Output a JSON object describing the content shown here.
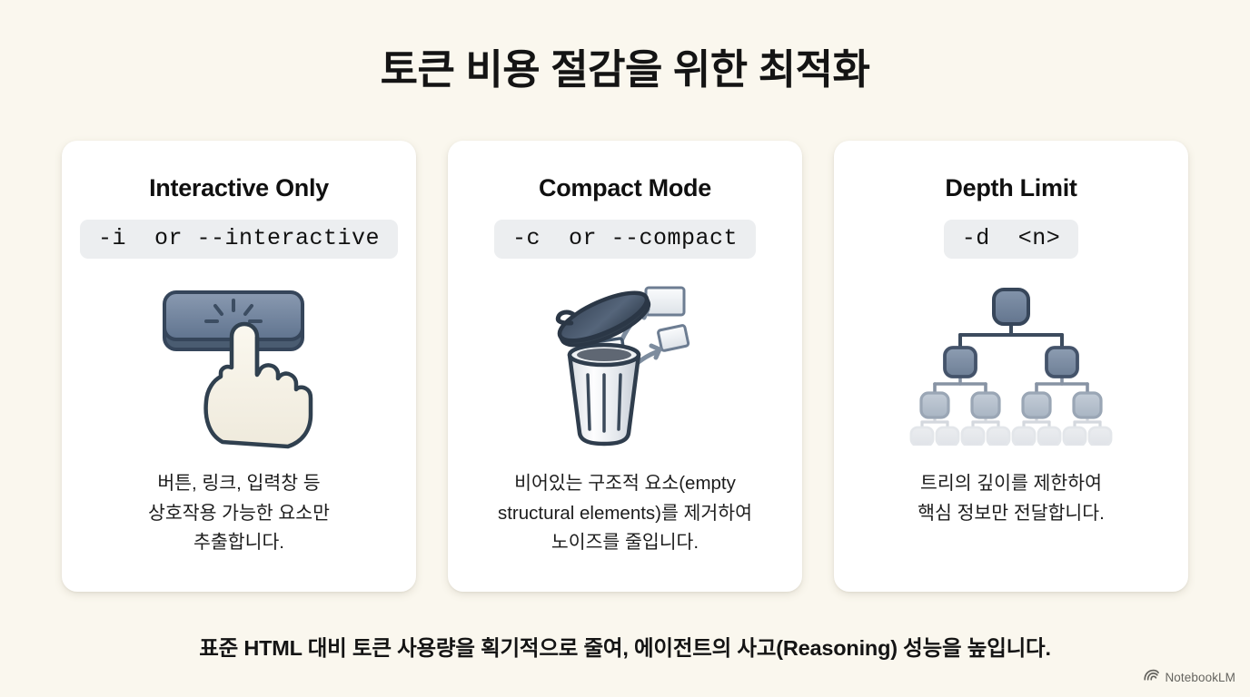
{
  "title": "토큰 비용 절감을 위한 최적화",
  "background_color": "#faf7ee",
  "card_color": "#ffffff",
  "accent_color": "#6b7f9a",
  "chip_color": "#eceef0",
  "cards": [
    {
      "title": "Interactive Only",
      "code": "-i  or --interactive",
      "icon": "click-button-icon",
      "description": "버튼, 링크, 입력창 등\n상호작용 가능한 요소만\n추출합니다."
    },
    {
      "title": "Compact Mode",
      "code": "-c  or --compact",
      "icon": "trash-can-icon",
      "description": "비어있는 구조적 요소(empty\nstructural elements)를 제거하여\n노이즈를 줄입니다."
    },
    {
      "title": "Depth Limit",
      "code": "-d  <n>",
      "icon": "tree-depth-icon",
      "description": "트리의 깊이를 제한하여\n핵심 정보만 전달합니다."
    }
  ],
  "footer": "표준 HTML 대비 토큰 사용량을 획기적으로 줄여, 에이전트의 사고(Reasoning) 성능을 높입니다.",
  "watermark": {
    "icon": "notebooklm-logo-icon",
    "label": "NotebookLM"
  }
}
